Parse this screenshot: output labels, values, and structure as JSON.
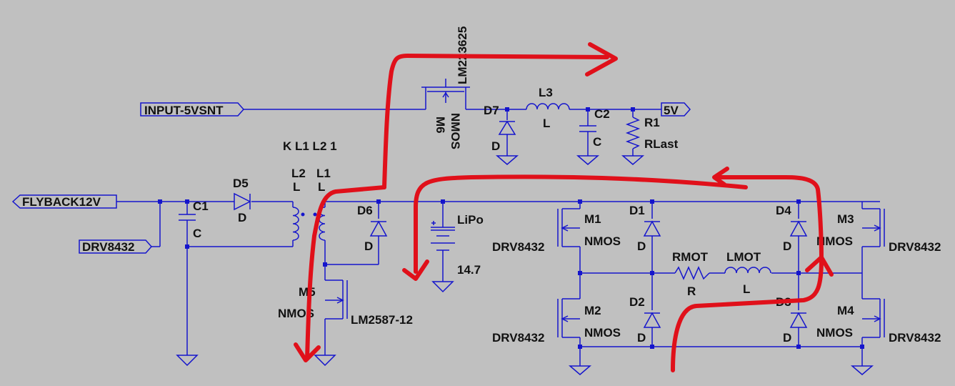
{
  "ports": {
    "input": "INPUT-5VSNT",
    "flyback": "FLYBACK12V",
    "drv_left": "DRV8432",
    "out5v": "5V"
  },
  "labels": {
    "coupling": "K L1 L2 1",
    "L2_name": "L2",
    "L2_val": "L",
    "L1_name": "L1",
    "L1_val": "L",
    "D5_name": "D5",
    "D5_val": "D",
    "C1_name": "C1",
    "C1_val": "C",
    "D6_name": "D6",
    "D6_val": "D",
    "M6_name": "M6",
    "M6_val": "NMOS",
    "M6_part": "LM223625",
    "D7_name": "D7",
    "D7_val": "D",
    "L3_name": "L3",
    "L3_val": "L",
    "C2_name": "C2",
    "C2_val": "C",
    "R1_name": "R1",
    "R1_val": "RLast",
    "M5_name": "M5",
    "M5_val": "NMOS",
    "M5_part": "LM2587-12",
    "bat_name": "LiPo",
    "bat_val": "14.7",
    "M1_name": "M1",
    "M1_val": "NMOS",
    "M1_drv": "DRV8432",
    "M2_name": "M2",
    "M2_val": "NMOS",
    "M2_drv": "DRV8432",
    "M3_name": "M3",
    "M3_val": "NMOS",
    "M3_drv": "DRV8432",
    "M4_name": "M4",
    "M4_val": "NMOS",
    "M4_drv": "DRV8432",
    "D1_name": "D1",
    "D1_val": "D",
    "D2_name": "D2",
    "D2_val": "D",
    "D3_name": "D3",
    "D3_val": "D",
    "D4_name": "D4",
    "D4_val": "D",
    "RMOT_name": "RMOT",
    "RMOT_val": "R",
    "LMOT_name": "LMOT",
    "LMOT_val": "L"
  },
  "colors": {
    "background": "#c0c0c0",
    "wire": "#1515cc",
    "text": "#111111",
    "annotation": "#e0101a"
  }
}
